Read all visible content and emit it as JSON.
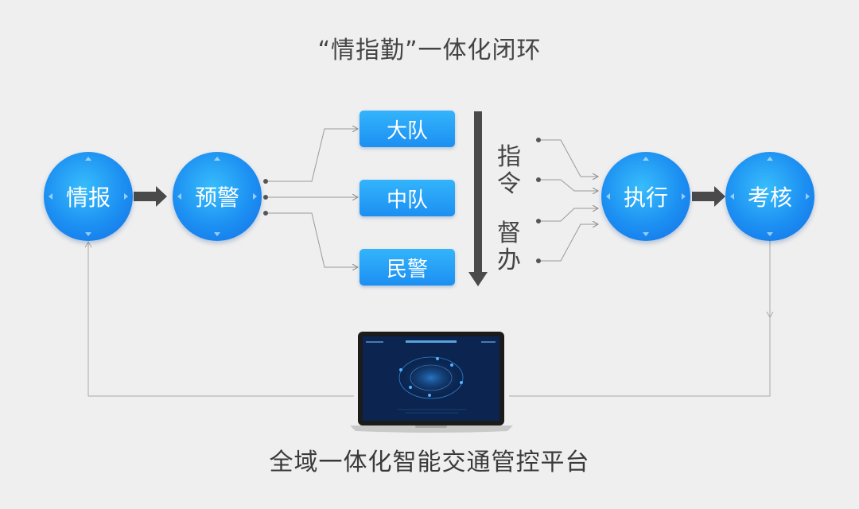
{
  "title": "“情指勤”一体化闭环",
  "nodes": {
    "intel": "情报",
    "warning": "预警",
    "execute": "执行",
    "assess": "考核"
  },
  "units": [
    "大队",
    "中队",
    "民警"
  ],
  "command": {
    "char1": "指",
    "char2": "令",
    "char3": "督",
    "char4": "办"
  },
  "platform_caption": "全域一体化智能交通管控平台",
  "colors": {
    "accent": "#1c8ff2",
    "accent_light": "#38bdfb",
    "arrow": "#4a4a4a",
    "background": "#efefef",
    "screen": "#0b2550"
  }
}
